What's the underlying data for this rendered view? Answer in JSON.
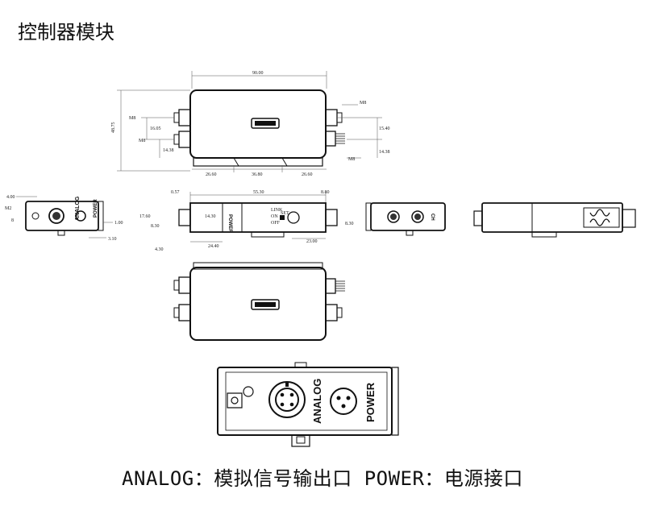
{
  "title": "控制器模块",
  "caption": "ANALOG：模拟信号输出口  POWER：电源接口",
  "top_view": {
    "width": "90.00",
    "height": "48.75",
    "m8_left_top": "M8",
    "m8_left_bottom": "M8",
    "m8_right_top": "M8",
    "m8_right_bottom": "M8",
    "left_offset_1": "16.05",
    "left_offset_2": "14.38",
    "right_offset_1": "15.40",
    "right_offset_2": "14.38",
    "bottom_left": "26.60",
    "bottom_mid": "36.80",
    "bottom_right": "26.60"
  },
  "left_end_view": {
    "d1": "4.00",
    "d2": "M2",
    "d3": "8",
    "d4": "1.00",
    "d5": "3.10",
    "analog_label": "ANALOG",
    "power_label": "POWER"
  },
  "front_view": {
    "d_top_small": "0.57",
    "d_top_width": "55.30",
    "d_right_top": "8.80",
    "d_left_height": "17.60",
    "d_left_inner": "14.30",
    "d_left_low": "8.30",
    "d_right_low": "8.30",
    "d_bottom_left": "24.40",
    "d_bottom_right": "23.00",
    "d_far_left": "4.30",
    "power_text": "POWER",
    "status_1": "LINK",
    "status_2": "ON",
    "status_3": "OFF",
    "status_4": "SET"
  },
  "right_end_view": {
    "label": "CH"
  },
  "detail_view": {
    "analog_label": "ANALOG",
    "power_label": "POWER"
  }
}
